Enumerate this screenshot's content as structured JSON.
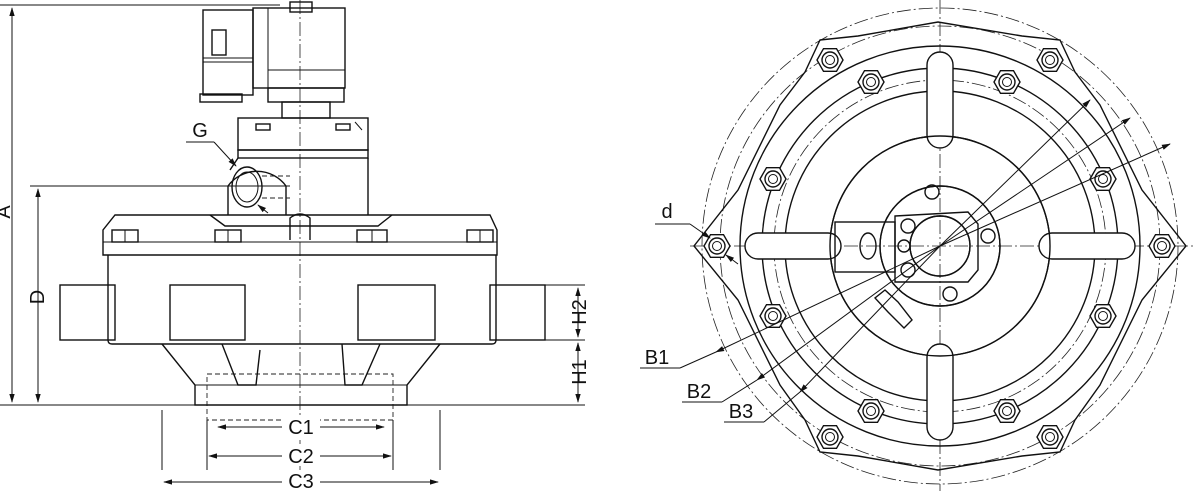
{
  "labels": {
    "A": "A",
    "D": "D",
    "G": "G",
    "H1": "H1",
    "H2": "H2",
    "C1": "C1",
    "C2": "C2",
    "C3": "C3",
    "d": "d",
    "B1": "B1",
    "B2": "B2",
    "B3": "B3"
  }
}
